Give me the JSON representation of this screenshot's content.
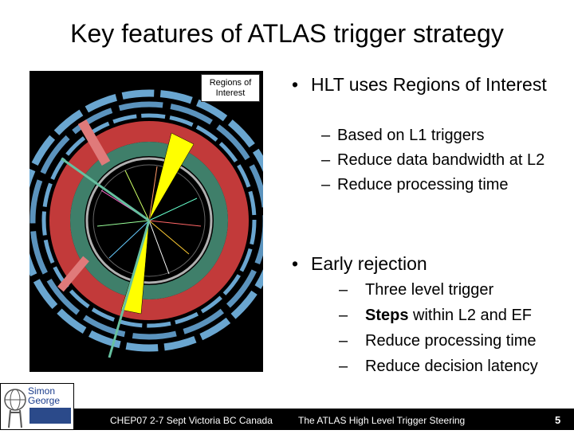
{
  "slide": {
    "title": "Key features of ATLAS trigger strategy",
    "roi_label": "Regions of Interest",
    "bullets": [
      {
        "text": "HLT uses Regions of Interest",
        "subs": [
          "Based on L1 triggers",
          "Reduce data bandwidth at L2",
          "Reduce processing time"
        ]
      },
      {
        "text": "Early rejection",
        "subs_plain": [
          "Three level trigger",
          "within L2 and EF",
          "Reduce processing time",
          "Reduce decision latency"
        ],
        "steps_bold": "Steps"
      }
    ],
    "bullet_char": "•",
    "dash_char": "–"
  },
  "footer": {
    "conference": "CHEP07 2-7 Sept Victoria BC Canada",
    "talk_title": "The ATLAS High Level Trigger Steering",
    "page_number": "5"
  },
  "author": {
    "first": "Simon",
    "last": "George"
  },
  "colors": {
    "background": "#ffffff",
    "footer_bar": "#000000",
    "roi_yellow": "#ffff00",
    "calorimeter_red": "#cc3333",
    "muon_blue": "#6aa6d0",
    "muon_green": "#66c0a0"
  }
}
